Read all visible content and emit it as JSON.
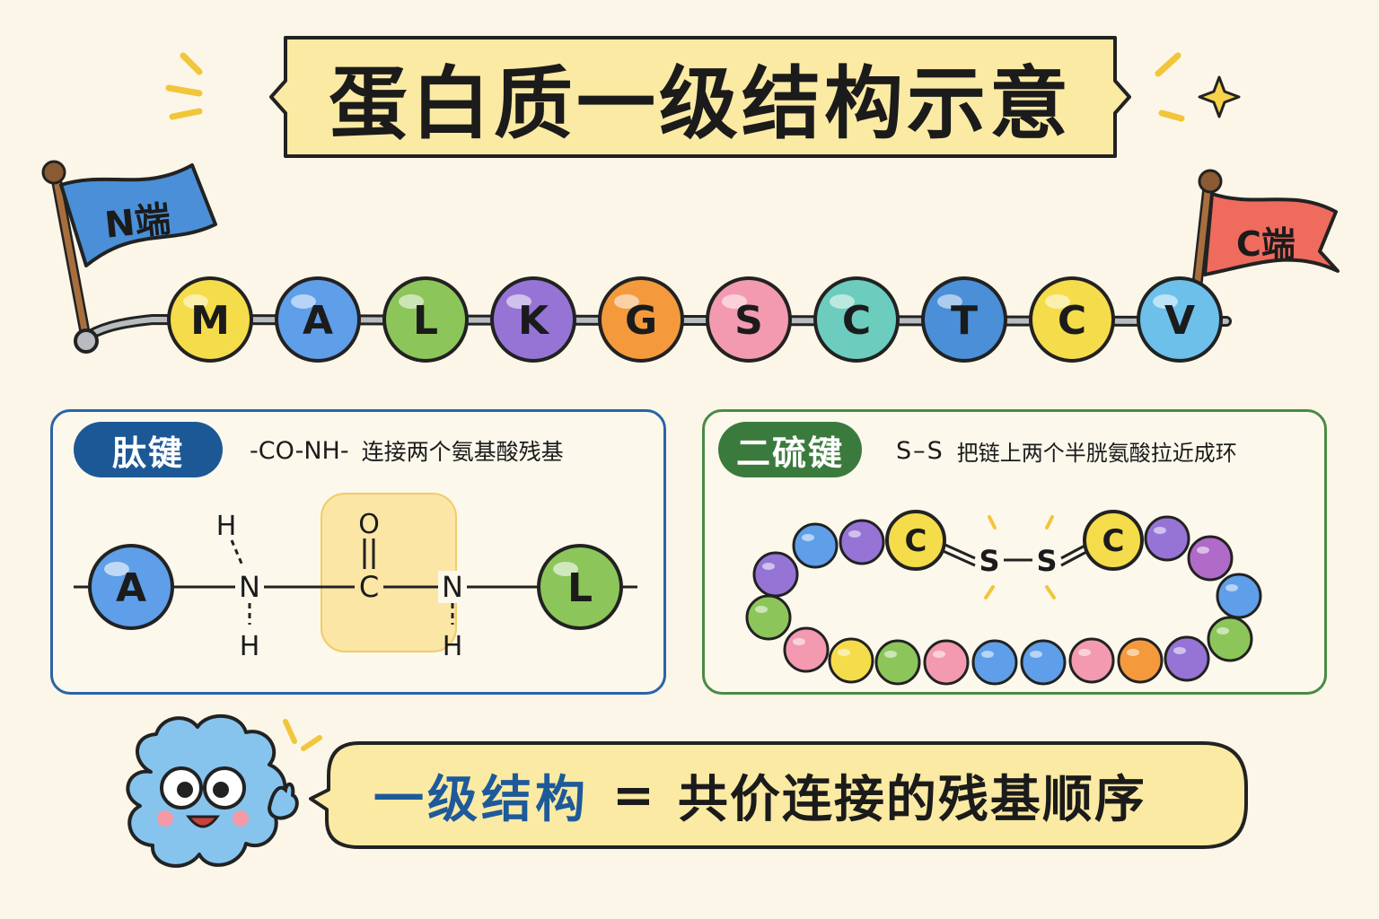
{
  "title": "蛋白质一级结构示意",
  "flags": {
    "n_terminus": "N端",
    "c_terminus": "C端",
    "n_color": "#4a8fd8",
    "c_color": "#ee6b5e"
  },
  "chain": {
    "residues": [
      {
        "letter": "M",
        "color": "#f5dc4a"
      },
      {
        "letter": "A",
        "color": "#5f9ee8"
      },
      {
        "letter": "L",
        "color": "#8cc65a"
      },
      {
        "letter": "K",
        "color": "#9574d6"
      },
      {
        "letter": "G",
        "color": "#f49a3c"
      },
      {
        "letter": "S",
        "color": "#f39ab0"
      },
      {
        "letter": "C",
        "color": "#6cccbe"
      },
      {
        "letter": "T",
        "color": "#4a8fd8"
      },
      {
        "letter": "C",
        "color": "#f5dc4a"
      },
      {
        "letter": "V",
        "color": "#6cc0ea"
      }
    ]
  },
  "peptide_panel": {
    "label": "肽键",
    "code": "-CO-NH-",
    "description": "连接两个氨基酸残基",
    "left_residue": "A",
    "right_residue": "L",
    "atoms": {
      "h_top": "H",
      "n1": "N",
      "h_bottom1": "H",
      "o": "O",
      "c": "C",
      "n2": "N",
      "h_bottom2": "H"
    }
  },
  "disulfide_panel": {
    "label": "二硫键",
    "code": "S–S",
    "description": "把链上两个半胱氨酸拉近成环",
    "cys1": "C",
    "cys2": "C",
    "s1": "S",
    "s2": "S"
  },
  "summary": {
    "term": "一级结构",
    "equals": "=",
    "definition": "共价连接的残基顺序"
  }
}
